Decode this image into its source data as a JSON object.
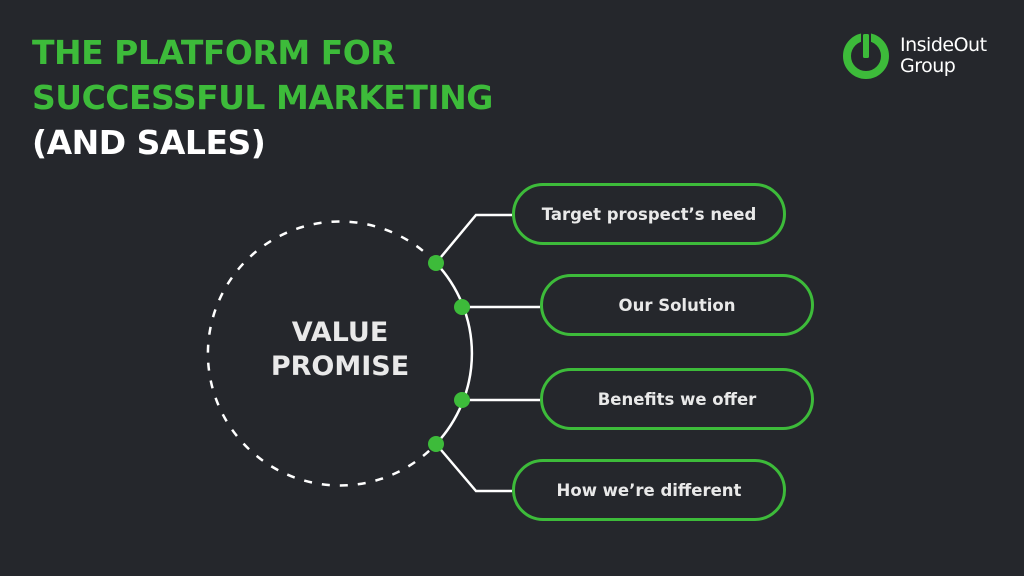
{
  "title": {
    "line1": "THE PLATFORM FOR",
    "line2": "SUCCESSFUL MARKETING",
    "line3": "(AND SALES)"
  },
  "logo": {
    "line1": "InsideOut",
    "line2": "Group"
  },
  "diagram": {
    "center_line1": "VALUE",
    "center_line2": "PROMISE",
    "items": [
      "Target prospect’s need",
      "Our Solution",
      "Benefits we offer",
      "How we’re different"
    ]
  },
  "colors": {
    "accent": "#3dbb3a",
    "background": "#25272c",
    "text": "#e9e9e9",
    "heading_light": "#ffffff"
  }
}
